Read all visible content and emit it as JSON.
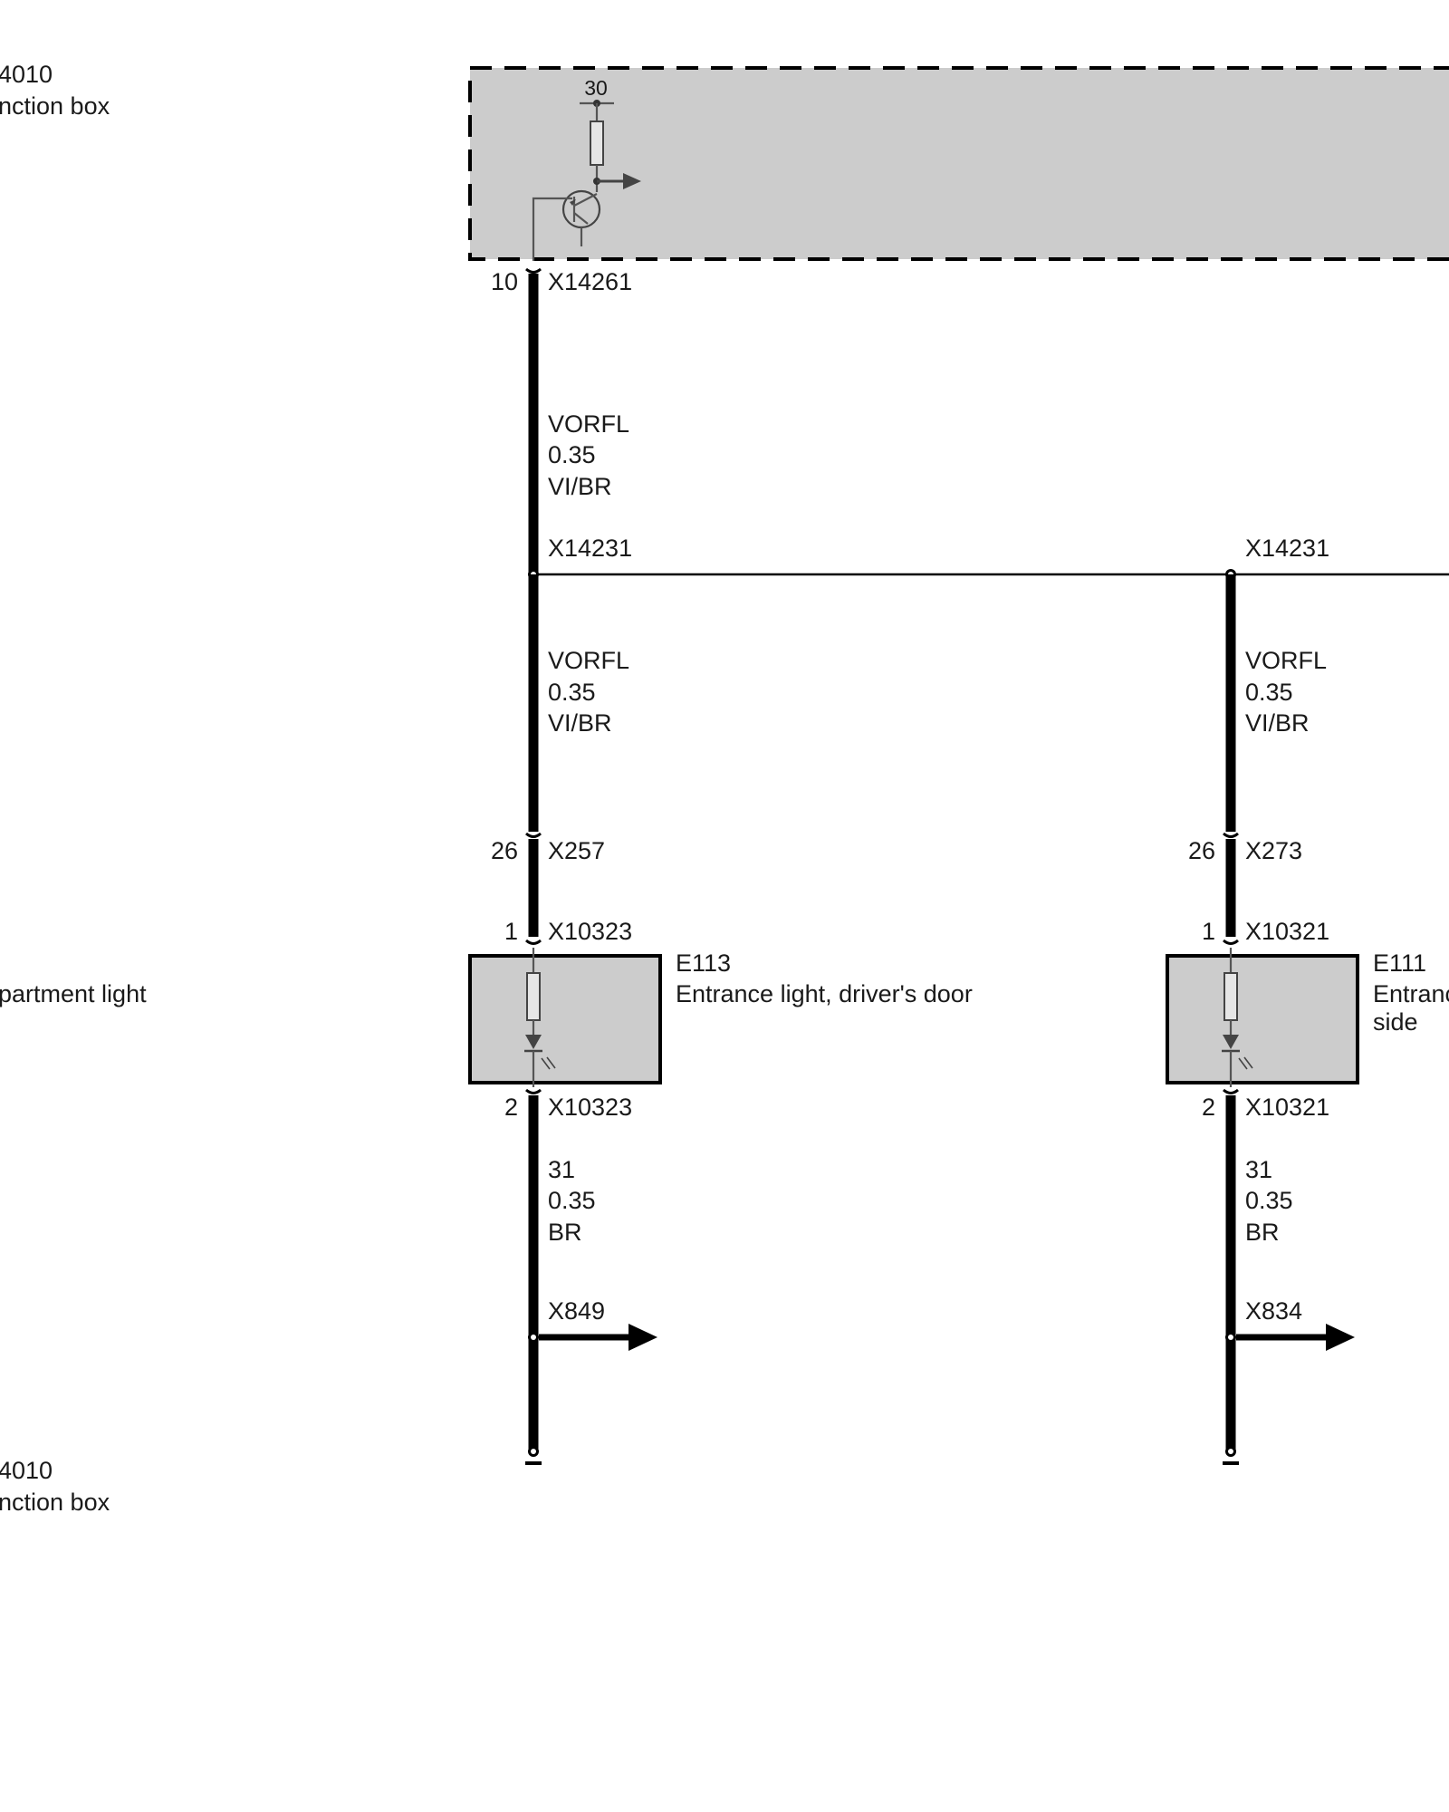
{
  "left_labels": {
    "top_id": "4010",
    "top_name": "nction box",
    "mid_name": "partment light",
    "bottom_id": "4010",
    "bottom_name": "nction box"
  },
  "junction_box": {
    "supply_terminal": "30"
  },
  "top_connector": {
    "pin": "10",
    "id": "X14261"
  },
  "wire_upper": {
    "signal": "VORFL",
    "gauge": "0.35",
    "color": "VI/BR"
  },
  "splice": {
    "left_id": "X14231",
    "right_id": "X14231"
  },
  "branch_left": {
    "wire": {
      "signal": "VORFL",
      "gauge": "0.35",
      "color": "VI/BR"
    },
    "door_conn": {
      "pin": "26",
      "id": "X257"
    },
    "light_conn_in": {
      "pin": "1",
      "id": "X10323"
    },
    "component": {
      "code": "E113",
      "name": "Entrance light, driver's door"
    },
    "light_conn_out": {
      "pin": "2",
      "id": "X10323"
    },
    "ground_wire": {
      "signal": "31",
      "gauge": "0.35",
      "color": "BR"
    },
    "ground_id": "X849"
  },
  "branch_right": {
    "wire": {
      "signal": "VORFL",
      "gauge": "0.35",
      "color": "VI/BR"
    },
    "door_conn": {
      "pin": "26",
      "id": "X273"
    },
    "light_conn_in": {
      "pin": "1",
      "id": "X10321"
    },
    "component": {
      "code": "E111",
      "name_line1": "Entranc",
      "name_line2": "side"
    },
    "light_conn_out": {
      "pin": "2",
      "id": "X10321"
    },
    "ground_wire": {
      "signal": "31",
      "gauge": "0.35",
      "color": "BR"
    },
    "ground_id": "X834"
  }
}
